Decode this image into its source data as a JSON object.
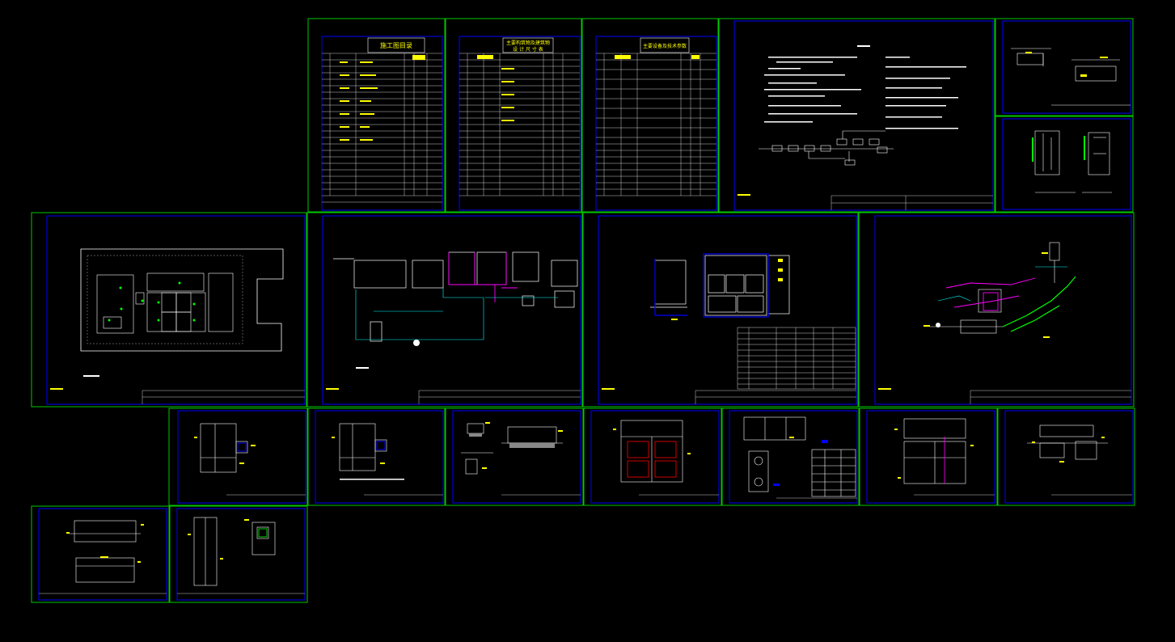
{
  "app": {
    "view": "cad-model-space",
    "background": "#000000"
  },
  "colors": {
    "sheet_frame": "#00c800",
    "inner_border": "#0000ff",
    "title_text": "#ffff00",
    "line_white": "#ffffff",
    "line_magenta": "#ff00ff",
    "line_cyan": "#00ffff",
    "line_red": "#ff0000",
    "line_green": "#00ff00"
  },
  "sheets": {
    "index": {
      "title": "施工图目录"
    },
    "structures": {
      "title": "主要构筑物及建筑物",
      "subtitle": "设 计 尺 寸 表"
    },
    "equipment": {
      "title": "主要设备及技术参数"
    }
  }
}
